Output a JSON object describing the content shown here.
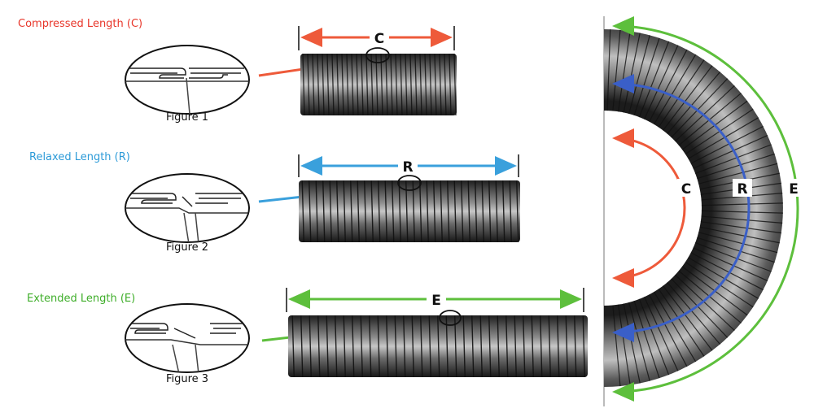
{
  "colors": {
    "compressed": "#ee5a3a",
    "relaxed": "#3aa0dc",
    "extended": "#5dbf3c",
    "blue_arc": "#3a5fc8",
    "hose_dark": "#2a2a2a",
    "hose_light": "#bdbdbd"
  },
  "labels": {
    "compressed": "Compressed Length (C)",
    "relaxed": "Relaxed Length (R)",
    "extended": "Extended Length (E)"
  },
  "figures": {
    "fig1": "Figure 1",
    "fig2": "Figure 2",
    "fig3": "Figure 3"
  },
  "letters": {
    "c": "C",
    "r": "R",
    "e": "E"
  },
  "icons": [
    "hose-segment-icon",
    "interlock-profile-icon",
    "bent-hose-icon"
  ]
}
